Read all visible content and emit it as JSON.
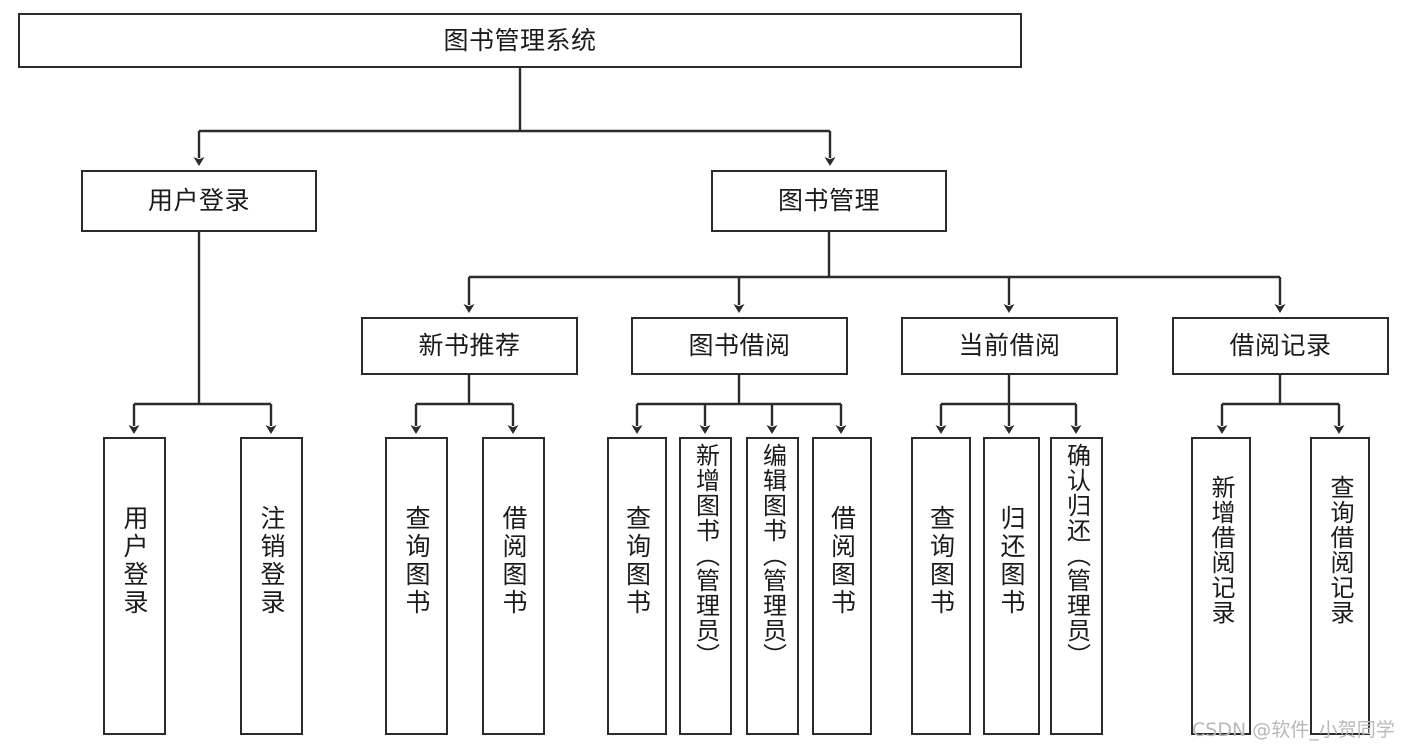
{
  "diagram": {
    "title": "图书管理系统",
    "type": "tree",
    "root": {
      "label": "图书管理系统"
    },
    "level2": [
      {
        "label": "用户登录"
      },
      {
        "label": "图书管理"
      }
    ],
    "level3": [
      {
        "label": "新书推荐"
      },
      {
        "label": "图书借阅"
      },
      {
        "label": "当前借阅"
      },
      {
        "label": "借阅记录"
      }
    ],
    "leaves": {
      "user_login": [
        {
          "label": "用户登录"
        },
        {
          "label": "注销登录"
        }
      ],
      "new_book_recommend": [
        {
          "label": "查询图书"
        },
        {
          "label": "借阅图书"
        }
      ],
      "book_borrow": [
        {
          "label": "查询图书"
        },
        {
          "label": "新增图书（管理员）"
        },
        {
          "label": "编辑图书（管理员）"
        },
        {
          "label": "借阅图书"
        }
      ],
      "current_borrow": [
        {
          "label": "查询图书"
        },
        {
          "label": "归还图书"
        },
        {
          "label": "确认归还（管理员）"
        }
      ],
      "borrow_record": [
        {
          "label": "新增借阅记录"
        },
        {
          "label": "查询借阅记录"
        }
      ]
    }
  },
  "watermark": {
    "text": "CSDN @软件_小贺同学"
  },
  "colors": {
    "border": "#2b2b2b",
    "background": "#ffffff",
    "text": "#1b1b1b",
    "watermark": "#b9b9b9"
  }
}
